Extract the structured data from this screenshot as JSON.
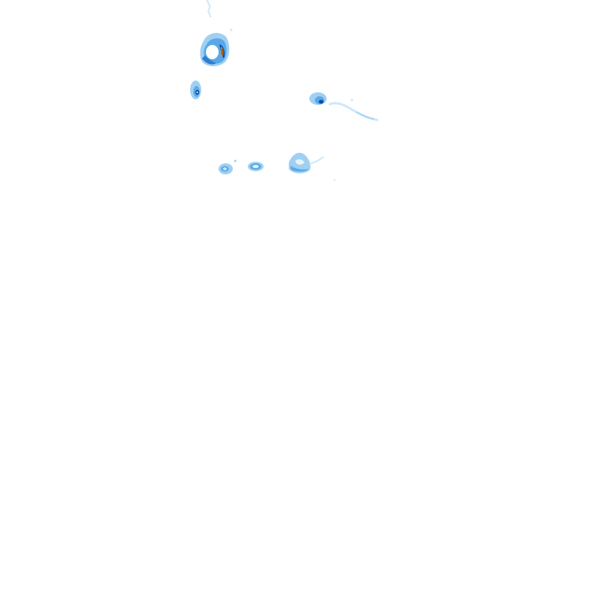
{
  "map": {
    "type": "precipitation-intensity-overlay",
    "background": "#ffffff",
    "palette": {
      "trace": "#cfe8fa",
      "light": "#9fd0f3",
      "moderate": "#5aa9e6",
      "heavy": "#2f7fd0",
      "intense": "#0b4fa8",
      "extreme": "#ff7a00",
      "core": "#5a3a00"
    },
    "cells": [
      {
        "name": "cell-north-large",
        "peak": "extreme"
      },
      {
        "name": "cell-north-small",
        "peak": "intense"
      },
      {
        "name": "cell-east",
        "peak": "intense"
      },
      {
        "name": "cell-east-tail",
        "peak": "trace"
      },
      {
        "name": "cell-south-west",
        "peak": "moderate"
      },
      {
        "name": "cell-south-middle",
        "peak": "moderate"
      },
      {
        "name": "cell-south-east",
        "peak": "moderate"
      },
      {
        "name": "cell-top-streak",
        "peak": "trace"
      }
    ]
  }
}
